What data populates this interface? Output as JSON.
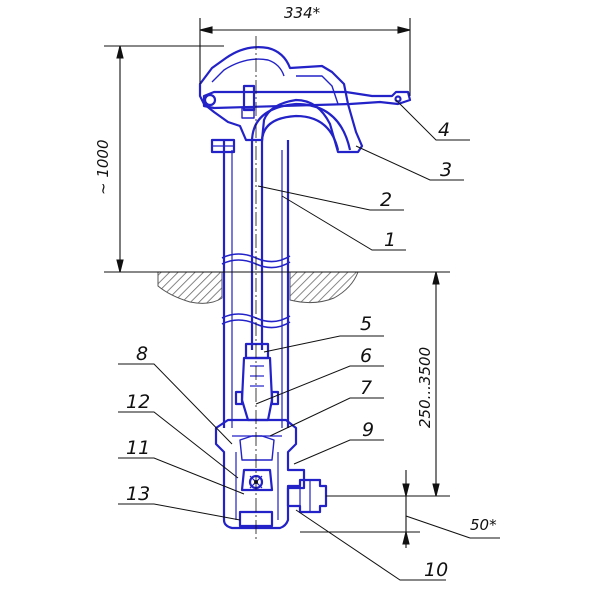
{
  "colors": {
    "outline": "#2222c8",
    "leader": "#111111",
    "ground_hatch": "#6a6a6a"
  },
  "dimensions": {
    "width_top": "334*",
    "height_above_ground": "~ 1000",
    "depth_range": "250...3500",
    "outlet_offset": "50*"
  },
  "part_labels": [
    "4",
    "3",
    "2",
    "1",
    "5",
    "6",
    "7",
    "8",
    "12",
    "9",
    "11",
    "13",
    "10"
  ]
}
